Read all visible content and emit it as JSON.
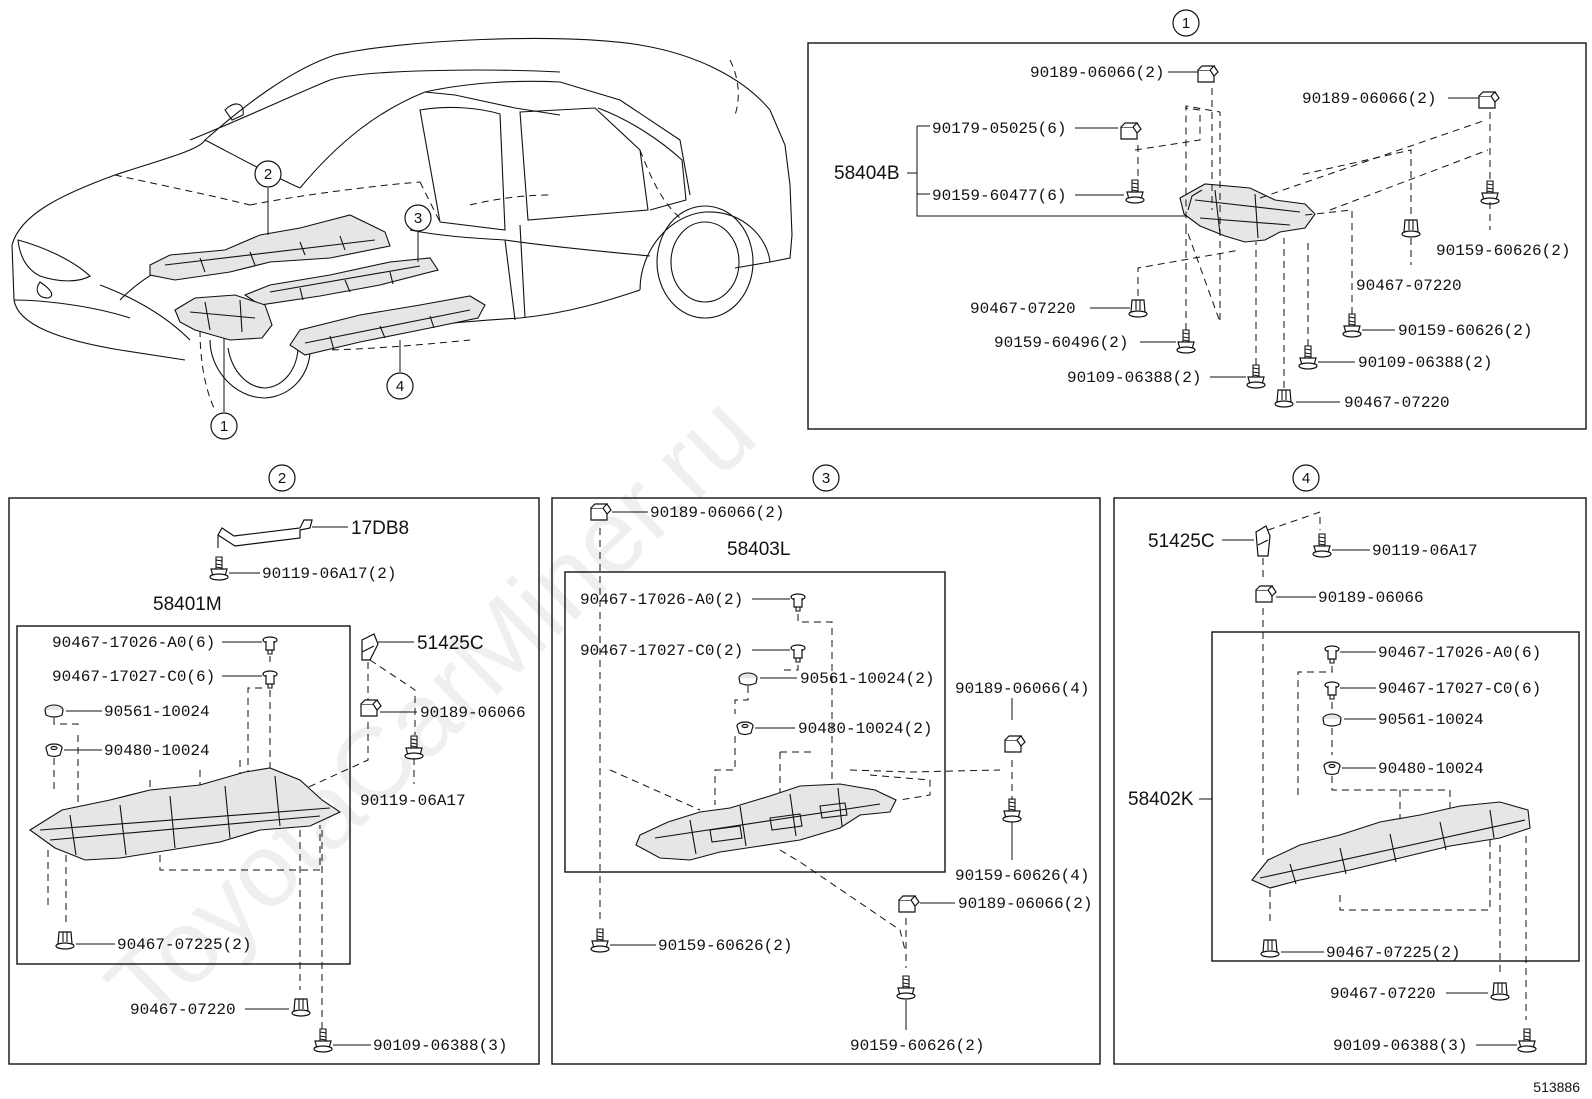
{
  "reference": "513886",
  "watermark": "ToyotaCarMiner.ru",
  "callouts": {
    "c1": "1",
    "c2": "2",
    "c3": "3",
    "c4": "4"
  },
  "panel1": {
    "heading": "1",
    "assembly": "58404B",
    "parts": {
      "p1": "90189-06066(2)",
      "p2": "90189-06066(2)",
      "p3": "90179-05025(6)",
      "p4": "90159-60477(6)",
      "p5": "90159-60626(2)",
      "p6": "90467-07220",
      "p7": "90467-07220",
      "p8": "90159-60626(2)",
      "p9": "90159-60496(2)",
      "p10": "90109-06388(2)",
      "p11": "90109-06388(2)",
      "p12": "90467-07220"
    }
  },
  "panel2": {
    "heading": "2",
    "bracket": "17DB8",
    "assembly": "58401M",
    "side_part": "51425C",
    "parts": {
      "p1": "90119-06A17(2)",
      "p2": "90467-17026-A0(6)",
      "p3": "90467-17027-C0(6)",
      "p4": "90561-10024",
      "p5": "90480-10024",
      "p6": "90189-06066",
      "p7": "90119-06A17",
      "p8": "90467-07225(2)",
      "p9": "90467-07220",
      "p10": "90109-06388(3)"
    }
  },
  "panel3": {
    "heading": "3",
    "assembly": "58403L",
    "parts": {
      "p1": "90189-06066(2)",
      "p2": "90467-17026-A0(2)",
      "p3": "90467-17027-C0(2)",
      "p4": "90561-10024(2)",
      "p5": "90480-10024(2)",
      "p6": "90189-06066(4)",
      "p7": "90159-60626(4)",
      "p8": "90189-06066(2)",
      "p9": "90159-60626(2)",
      "p10": "90159-60626(2)"
    }
  },
  "panel4": {
    "heading": "4",
    "side_part": "51425C",
    "assembly": "58402K",
    "parts": {
      "p1": "90119-06A17",
      "p2": "90189-06066",
      "p3": "90467-17026-A0(6)",
      "p4": "90467-17027-C0(6)",
      "p5": "90561-10024",
      "p6": "90480-10024",
      "p7": "90467-07225(2)",
      "p8": "90467-07220",
      "p9": "90109-06388(3)"
    }
  }
}
